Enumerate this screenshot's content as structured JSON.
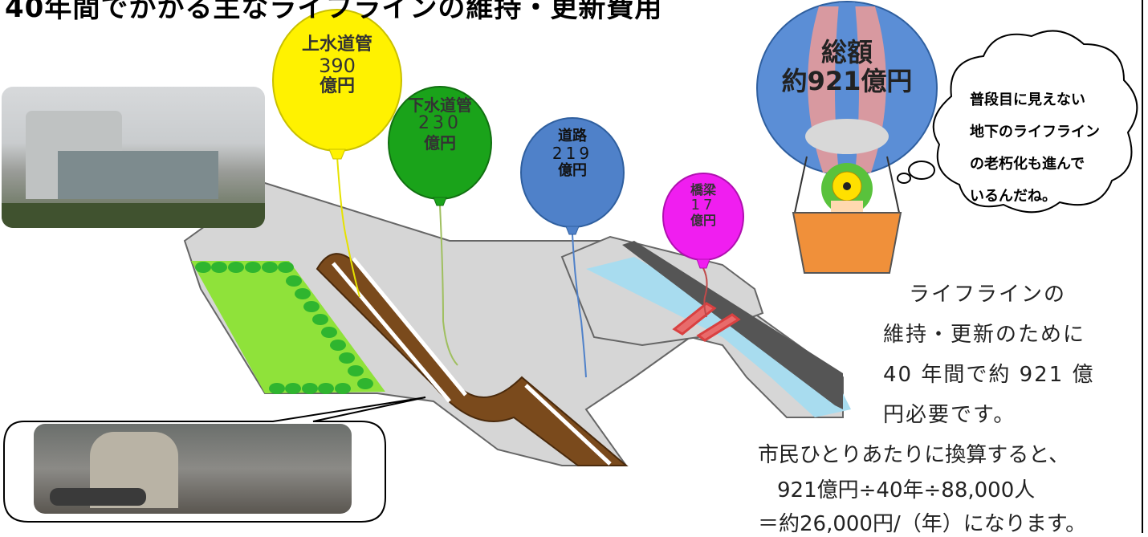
{
  "title": "40年間でかかる主なライフラインの維持・更新費用",
  "balloons": [
    {
      "name": "上水道管",
      "amount": "390",
      "unit": "億円",
      "color": "#fff200"
    },
    {
      "name": "下水道管",
      "amount": "230",
      "unit": "億円",
      "color": "#1aa31a"
    },
    {
      "name": "道路",
      "amount": "219",
      "unit": "億円",
      "color": "#4f81c9"
    },
    {
      "name": "橋梁",
      "amount": "17",
      "unit": "億円",
      "color": "#f01ef0"
    }
  ],
  "hot_air_balloon": {
    "line1": "総額",
    "line2": "約921億円"
  },
  "thought_bubble": [
    "普段目に見えない",
    "地下のライフライン",
    "の老朽化も進んで",
    "いるんだね。"
  ],
  "description": {
    "lines": [
      "ライフラインの",
      "維持・更新のために",
      "40 年間で約 921 億",
      "円必要です。"
    ],
    "per_person_lines": [
      "市民ひとりあたりに換算すると、",
      "921億円÷40年÷88,000人",
      "＝約26,000円/（年）になります。"
    ]
  }
}
